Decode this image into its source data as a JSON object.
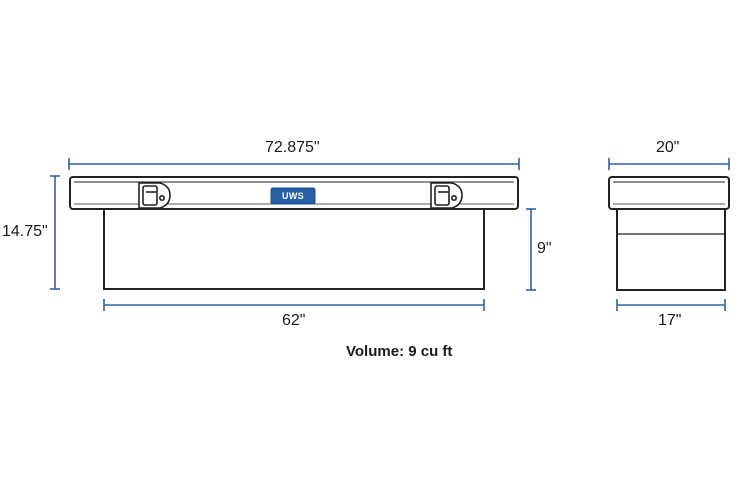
{
  "colors": {
    "dimension_line": "#2f63a8",
    "outline": "#222222",
    "logo_bg": "#2a5fa8"
  },
  "labels": {
    "front_length_top": "72.875\"",
    "front_length_bottom": "62\"",
    "front_height_total": "14.75\"",
    "front_height_box": "9\"",
    "side_width_top": "20\"",
    "side_width_bottom": "17\""
  },
  "logo": {
    "text": "UWS"
  },
  "volume": "Volume: 9 cu ft",
  "icons": {
    "latch": "latch-icon",
    "logo": "uws-logo"
  }
}
